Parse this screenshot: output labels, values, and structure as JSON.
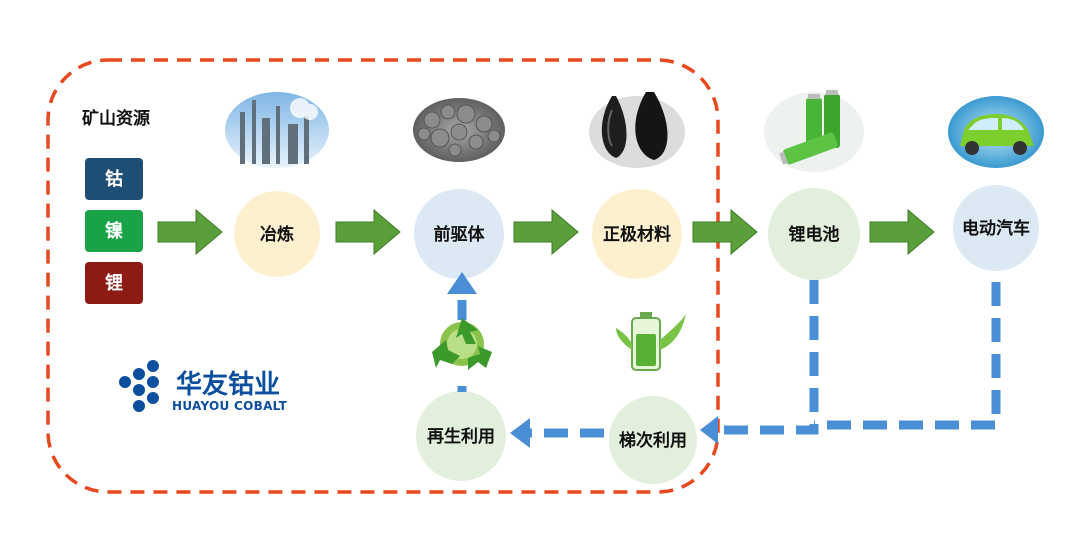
{
  "resources": {
    "title": "矿山资源",
    "metals": [
      {
        "label": "钴",
        "color": "#1e4e73"
      },
      {
        "label": "镍",
        "color": "#1aa346"
      },
      {
        "label": "锂",
        "color": "#8e1b13"
      }
    ]
  },
  "nodes": {
    "smelting": "冶炼",
    "precursor": "前驱体",
    "cathode": "正极材料",
    "battery": "锂电池",
    "ev": "电动汽车",
    "cascade": "梯次利用",
    "recycling": "再生利用"
  },
  "logo": {
    "name_cn": "华友钴业",
    "name_en": "HUAYOU COBALT"
  },
  "colors": {
    "boundary": "#e8481e",
    "arrow_green": "#5a9f3a",
    "arrow_blue": "#4a8fd6",
    "circle_yellow": "#fdf0cf",
    "circle_blue": "#dde8f5",
    "circle_green": "#e2efdc",
    "brand": "#0c4f9e"
  }
}
